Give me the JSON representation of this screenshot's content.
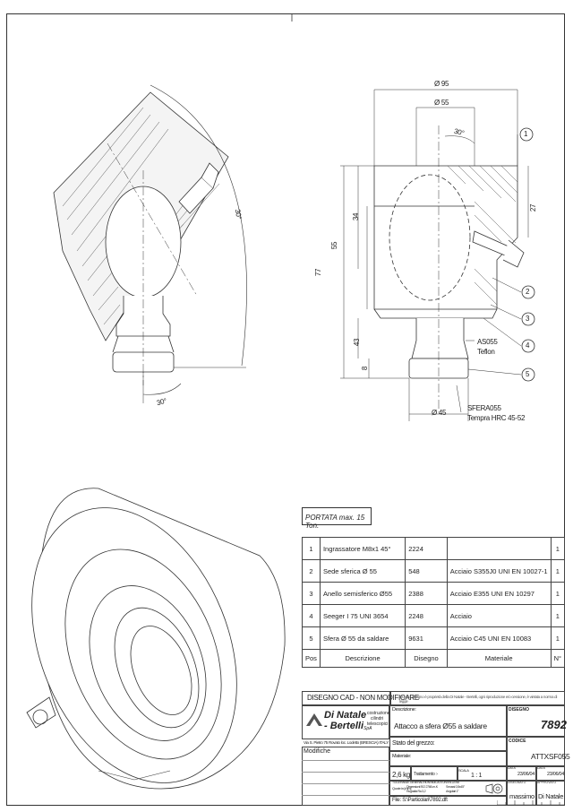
{
  "dimensions": {
    "d95": "Ø 95",
    "d55": "Ø 55",
    "angle30a": "30°",
    "angle30b": "30°",
    "angle30c": "30°",
    "angle30d": "30°",
    "h27": "27",
    "h34": "34",
    "h55": "55",
    "h77": "77",
    "h43": "43",
    "h8": "8",
    "d45": "Ø 45"
  },
  "callouts": [
    "1",
    "2",
    "3",
    "4",
    "5"
  ],
  "notes": {
    "as055": "AS055",
    "teflon": "Teflon",
    "sfera": "SFERA055",
    "tempra": "Tempra HRC 45-52"
  },
  "portata": "PORTATA max. 15 Ton.",
  "bom": {
    "rows": [
      {
        "pos": "1",
        "desc": "Ingrassatore M8x1 45°",
        "disegno": "2224",
        "materiale": "",
        "n": "1"
      },
      {
        "pos": "2",
        "desc": "Sede sferica Ø 55",
        "disegno": "548",
        "materiale": "Acciaio S355J0 UNI EN 10027-1",
        "n": "1"
      },
      {
        "pos": "3",
        "desc": "Anello semisferico Ø55",
        "disegno": "2388",
        "materiale": "Acciaio E355 UNI EN 10297",
        "n": "1"
      },
      {
        "pos": "4",
        "desc": "Seeger I 75 UNI 3654",
        "disegno": "2248",
        "materiale": "Acciaio",
        "n": "1"
      },
      {
        "pos": "5",
        "desc": "Sfera Ø 55 da saldare",
        "disegno": "9631",
        "materiale": "Acciaio C45 UNI EN 10083",
        "n": "1"
      }
    ],
    "headers": {
      "pos": "Pos",
      "desc": "Descrizione",
      "disegno": "Disegno",
      "materiale": "Materiale",
      "n": "N°"
    }
  },
  "titleblock": {
    "cad": "DISEGNO CAD - NON MODIFICARE",
    "property": "Questo disegno è proprietà della Di Natale - Bertelli, ogni riproduzione e/o cessione, è vietata a norma di legge",
    "company1": "Di Natale",
    "company2": "- Bertelli",
    "spa": "SpA",
    "tag1": "costruzione",
    "tag2": "cilindri",
    "tag3": "telescopici",
    "address": "Via S. Pietro 75 Rovato loc. Lodetto (BRESCIA) ITALY",
    "modifiche": "Modifiche",
    "descr_label": "Descrizione:",
    "descr_value": "Attacco a sfera Ø55 a saldare",
    "stato_grezzo": "Stato del grezzo:",
    "materiale_label": "Materiale:",
    "peso": "2,6 kg",
    "trattamento": "Trattamento :-",
    "scala_label": "SCALA",
    "scala": "1 : 1",
    "gen_tol": "TOLLERANZE GENERALI NON INDICATE UNI EN 22768",
    "tol1": "Dimensioni ISO 2768-m-K",
    "tol2": "Smussi 0,5x45°",
    "tol3": "Rugosità Ra 3,2",
    "tol4": "Angolari 1°",
    "quote": "Quote in [mm]",
    "disegno_label": "DISEGNO",
    "disegno_num": "7892",
    "codice_label": "CODICE",
    "codice": "ATTXSF055",
    "data_label": "DATA",
    "data1": "23/06/04",
    "data2_label": "DATA",
    "data2": "23/06/04",
    "disegnato_label": "DISEGNATO",
    "disegnato": "massimo",
    "approvato_label": "APPROVATO",
    "approvato": "Di Natale",
    "file": "File: S:\\Particolari\\7892.dft"
  }
}
